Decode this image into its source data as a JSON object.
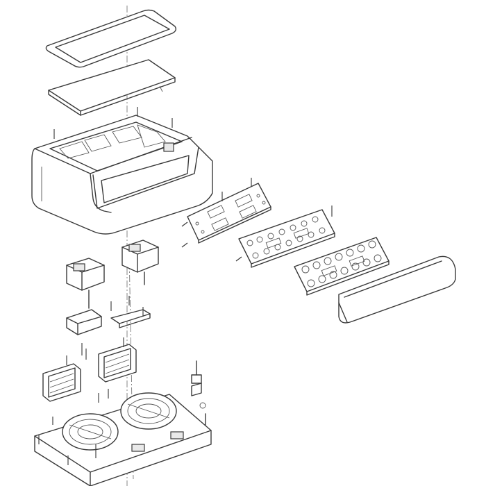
{
  "figure": {
    "kind": "exploded-assembly-drawing",
    "line_color": "#3a3a3a",
    "background": "#ffffff",
    "parts": [
      "gasket-frame",
      "top-cover-panel",
      "upper-housing",
      "circuit-board",
      "keypad-membrane",
      "button-sheet",
      "front-lens",
      "motor-assembly-left",
      "motor-assembly-right",
      "bracket-left",
      "bracket-right",
      "filter-left",
      "filter-right",
      "fan-base"
    ]
  }
}
